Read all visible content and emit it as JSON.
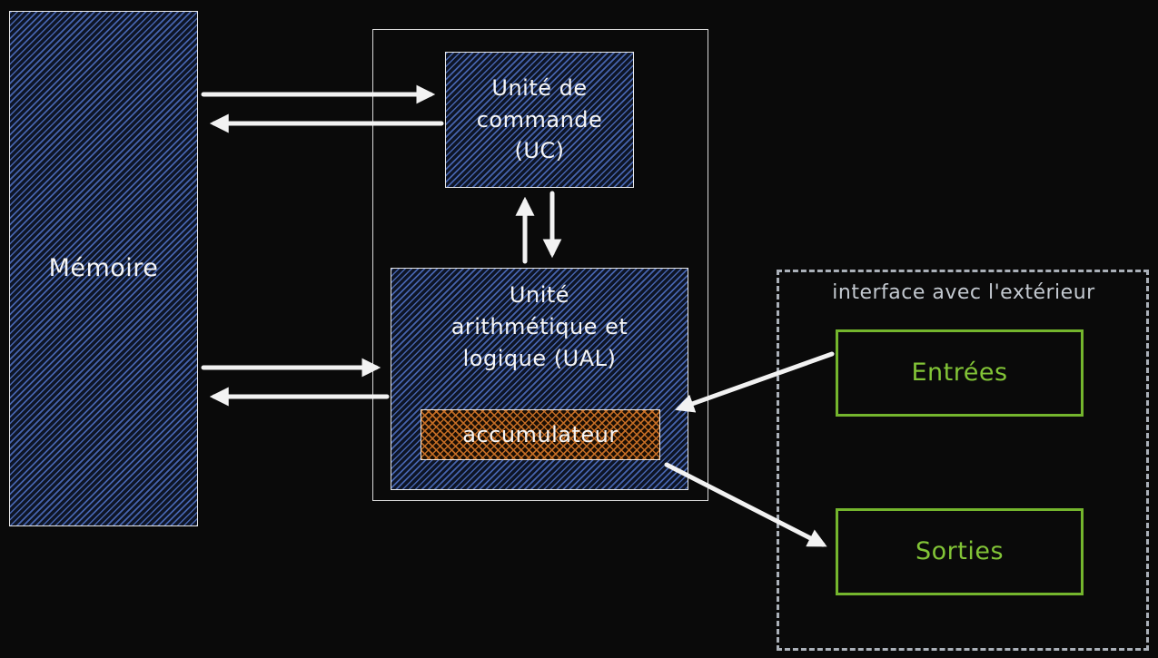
{
  "memory": {
    "label": "Mémoire"
  },
  "cpu": {
    "control_unit": {
      "label": "Unité de\ncommande\n(UC)"
    },
    "alu": {
      "label": "Unité\narithmétique et\nlogique (UAL)",
      "accumulator_label": "accumulateur"
    }
  },
  "interface": {
    "title": "interface avec l'extérieur",
    "input_label": "Entrées",
    "output_label": "Sorties"
  },
  "colors": {
    "background": "#0a0a0a",
    "hatch_blue": "#4968b4",
    "hatch_orange": "#c97026",
    "io_green": "#74b52d",
    "arrow_white": "#f2f2f2",
    "dashed_gray": "#aab0b8",
    "interface_title_gray": "#c3c9d0"
  },
  "connections": [
    {
      "from": "memory",
      "to": "control-unit"
    },
    {
      "from": "control-unit",
      "to": "memory"
    },
    {
      "from": "alu",
      "to": "control-unit"
    },
    {
      "from": "control-unit",
      "to": "alu"
    },
    {
      "from": "memory",
      "to": "alu"
    },
    {
      "from": "alu",
      "to": "memory"
    },
    {
      "from": "inputs",
      "to": "alu"
    },
    {
      "from": "accumulator",
      "to": "outputs"
    }
  ]
}
